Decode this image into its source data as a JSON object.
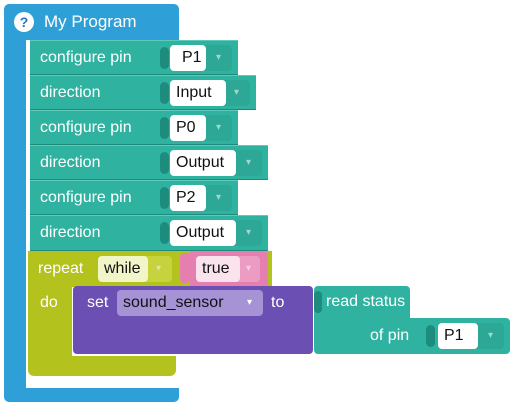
{
  "program": {
    "title": "My Program",
    "help_glyph": "?"
  },
  "blocks": {
    "configure1": {
      "label": "configure pin",
      "value": "P1"
    },
    "direction1": {
      "label": "direction",
      "value": "Input"
    },
    "configure2": {
      "label": "configure pin",
      "value": "P0"
    },
    "direction2": {
      "label": "direction",
      "value": "Output"
    },
    "configure3": {
      "label": "configure pin",
      "value": "P2"
    },
    "direction3": {
      "label": "direction",
      "value": "Output"
    }
  },
  "repeat": {
    "label": "repeat",
    "mode": "while",
    "condition": "true",
    "do_label": "do"
  },
  "set": {
    "label": "set",
    "variable": "sound_sensor",
    "to_label": "to"
  },
  "read": {
    "label": "read status",
    "of_label": "of pin",
    "pin": "P1"
  },
  "colors": {
    "program": "#2f9fd7",
    "teal": "#30b2a0",
    "repeat": "#b3c21c",
    "set": "#6b4fb3",
    "logic": "#e57fb0"
  }
}
